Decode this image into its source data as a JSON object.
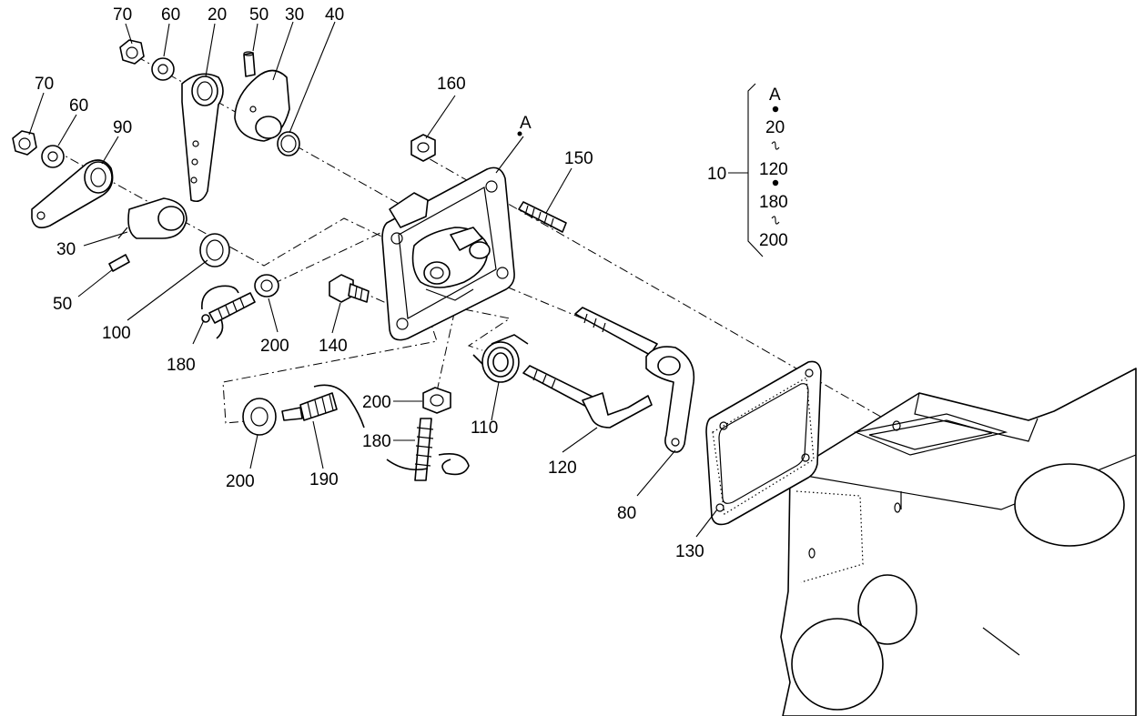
{
  "callouts": {
    "c70_top": "70",
    "c60_top": "60",
    "c20": "20",
    "c50_top": "50",
    "c30_top": "30",
    "c40": "40",
    "c70_left": "70",
    "c60_left": "60",
    "c90": "90",
    "c30_left": "30",
    "c50_left": "50",
    "c100": "100",
    "c180_left": "180",
    "c200_mid": "200",
    "c140": "140",
    "c160": "160",
    "cA": "A",
    "c150": "150",
    "c200_nut": "200",
    "c180_low": "180",
    "c110": "110",
    "c120": "120",
    "c200_bot": "200",
    "c190": "190",
    "c80": "80",
    "c130": "130"
  },
  "legend": {
    "group": "10",
    "items": [
      "A",
      "20",
      "120",
      "180",
      "200"
    ],
    "separators": [
      "•",
      "~",
      "•",
      "~"
    ]
  }
}
